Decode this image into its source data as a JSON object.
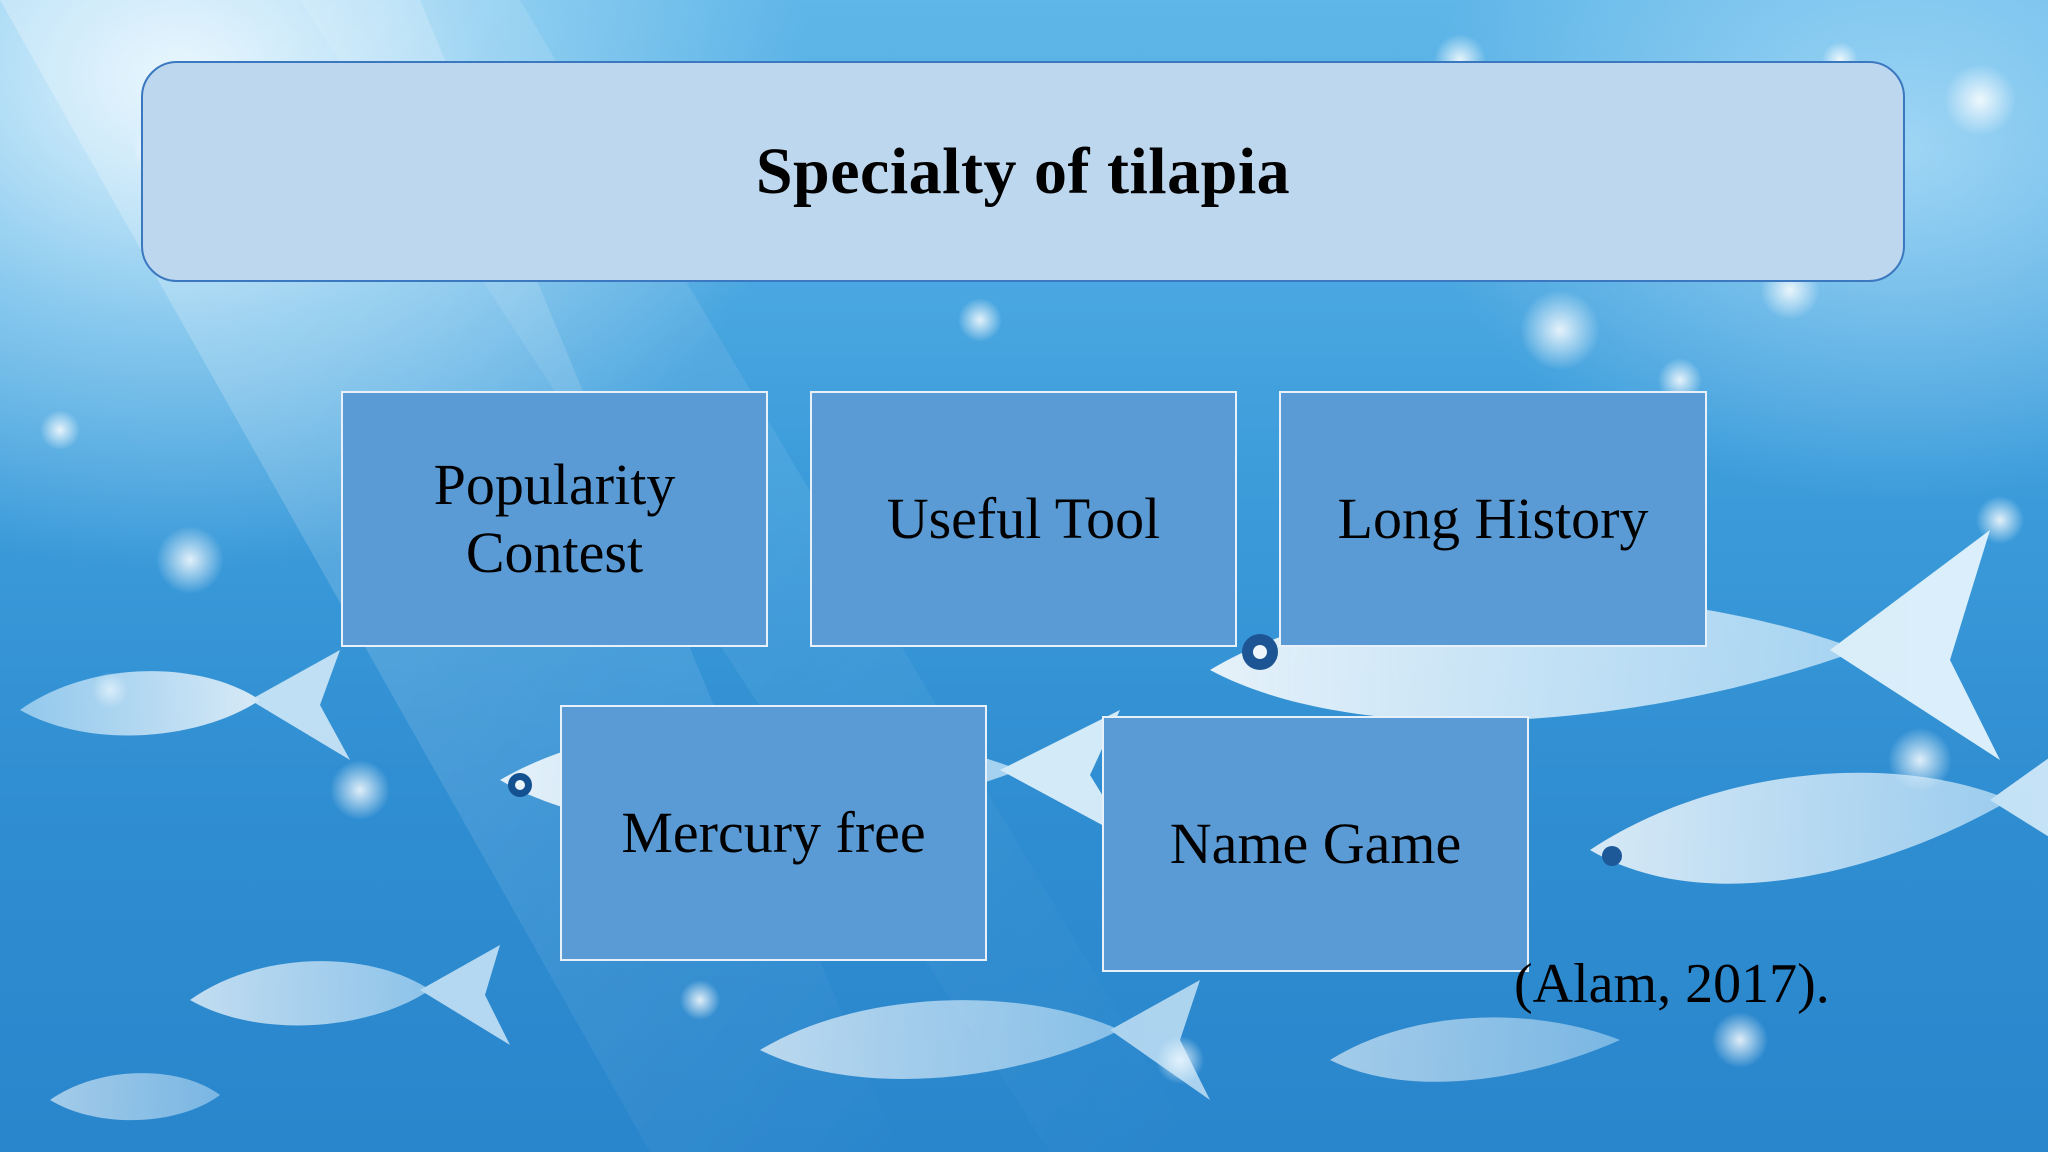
{
  "slide": {
    "title": "Specialty of tilapia",
    "topics": [
      {
        "label_line1": "Popularity",
        "label_line2": "Contest"
      },
      {
        "label": "Useful Tool"
      },
      {
        "label": "Long History"
      },
      {
        "label": "Mercury free"
      },
      {
        "label": "Name Game"
      }
    ],
    "citation": "(Alam, 2017).",
    "colors": {
      "title_fill": "#bdd7ee",
      "title_border": "#3b78c0",
      "box_fill": "#5b9bd5",
      "box_border": "#e8f1fa",
      "background_water": "#2f8dd1"
    },
    "background_image": "underwater-fish-icon"
  }
}
